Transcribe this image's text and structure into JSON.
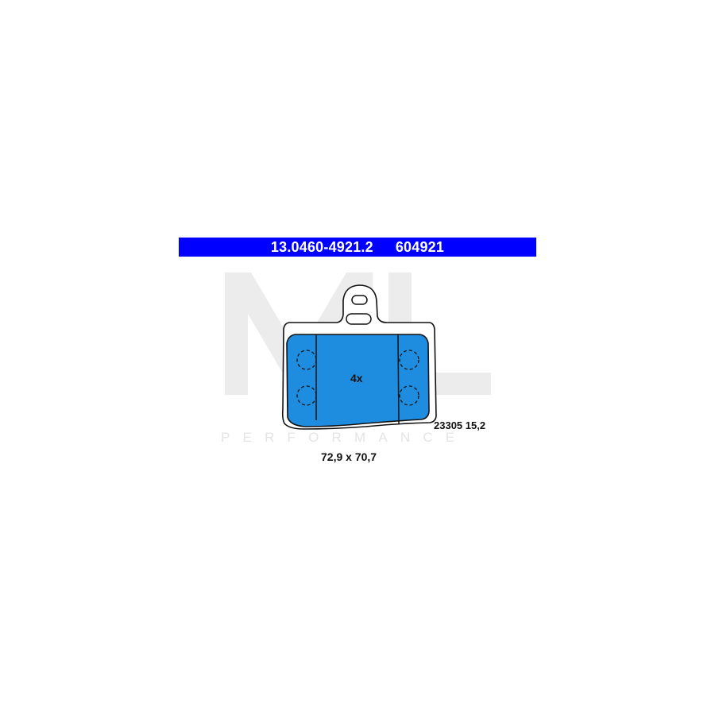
{
  "header": {
    "part_number": "13.0460-4921.2",
    "ref_number": "604921",
    "background_color": "#0000ff",
    "text_color": "#ffffff"
  },
  "watermark": {
    "logo_letters": "ML",
    "subtitle": "PERFORMANCE",
    "color": "#e4e4e4"
  },
  "pad": {
    "quantity": "4x",
    "code": "23305 15,2",
    "dimensions": "72,9 x 70,7",
    "friction_color": "#1e8de0",
    "outline_color": "#111111"
  }
}
